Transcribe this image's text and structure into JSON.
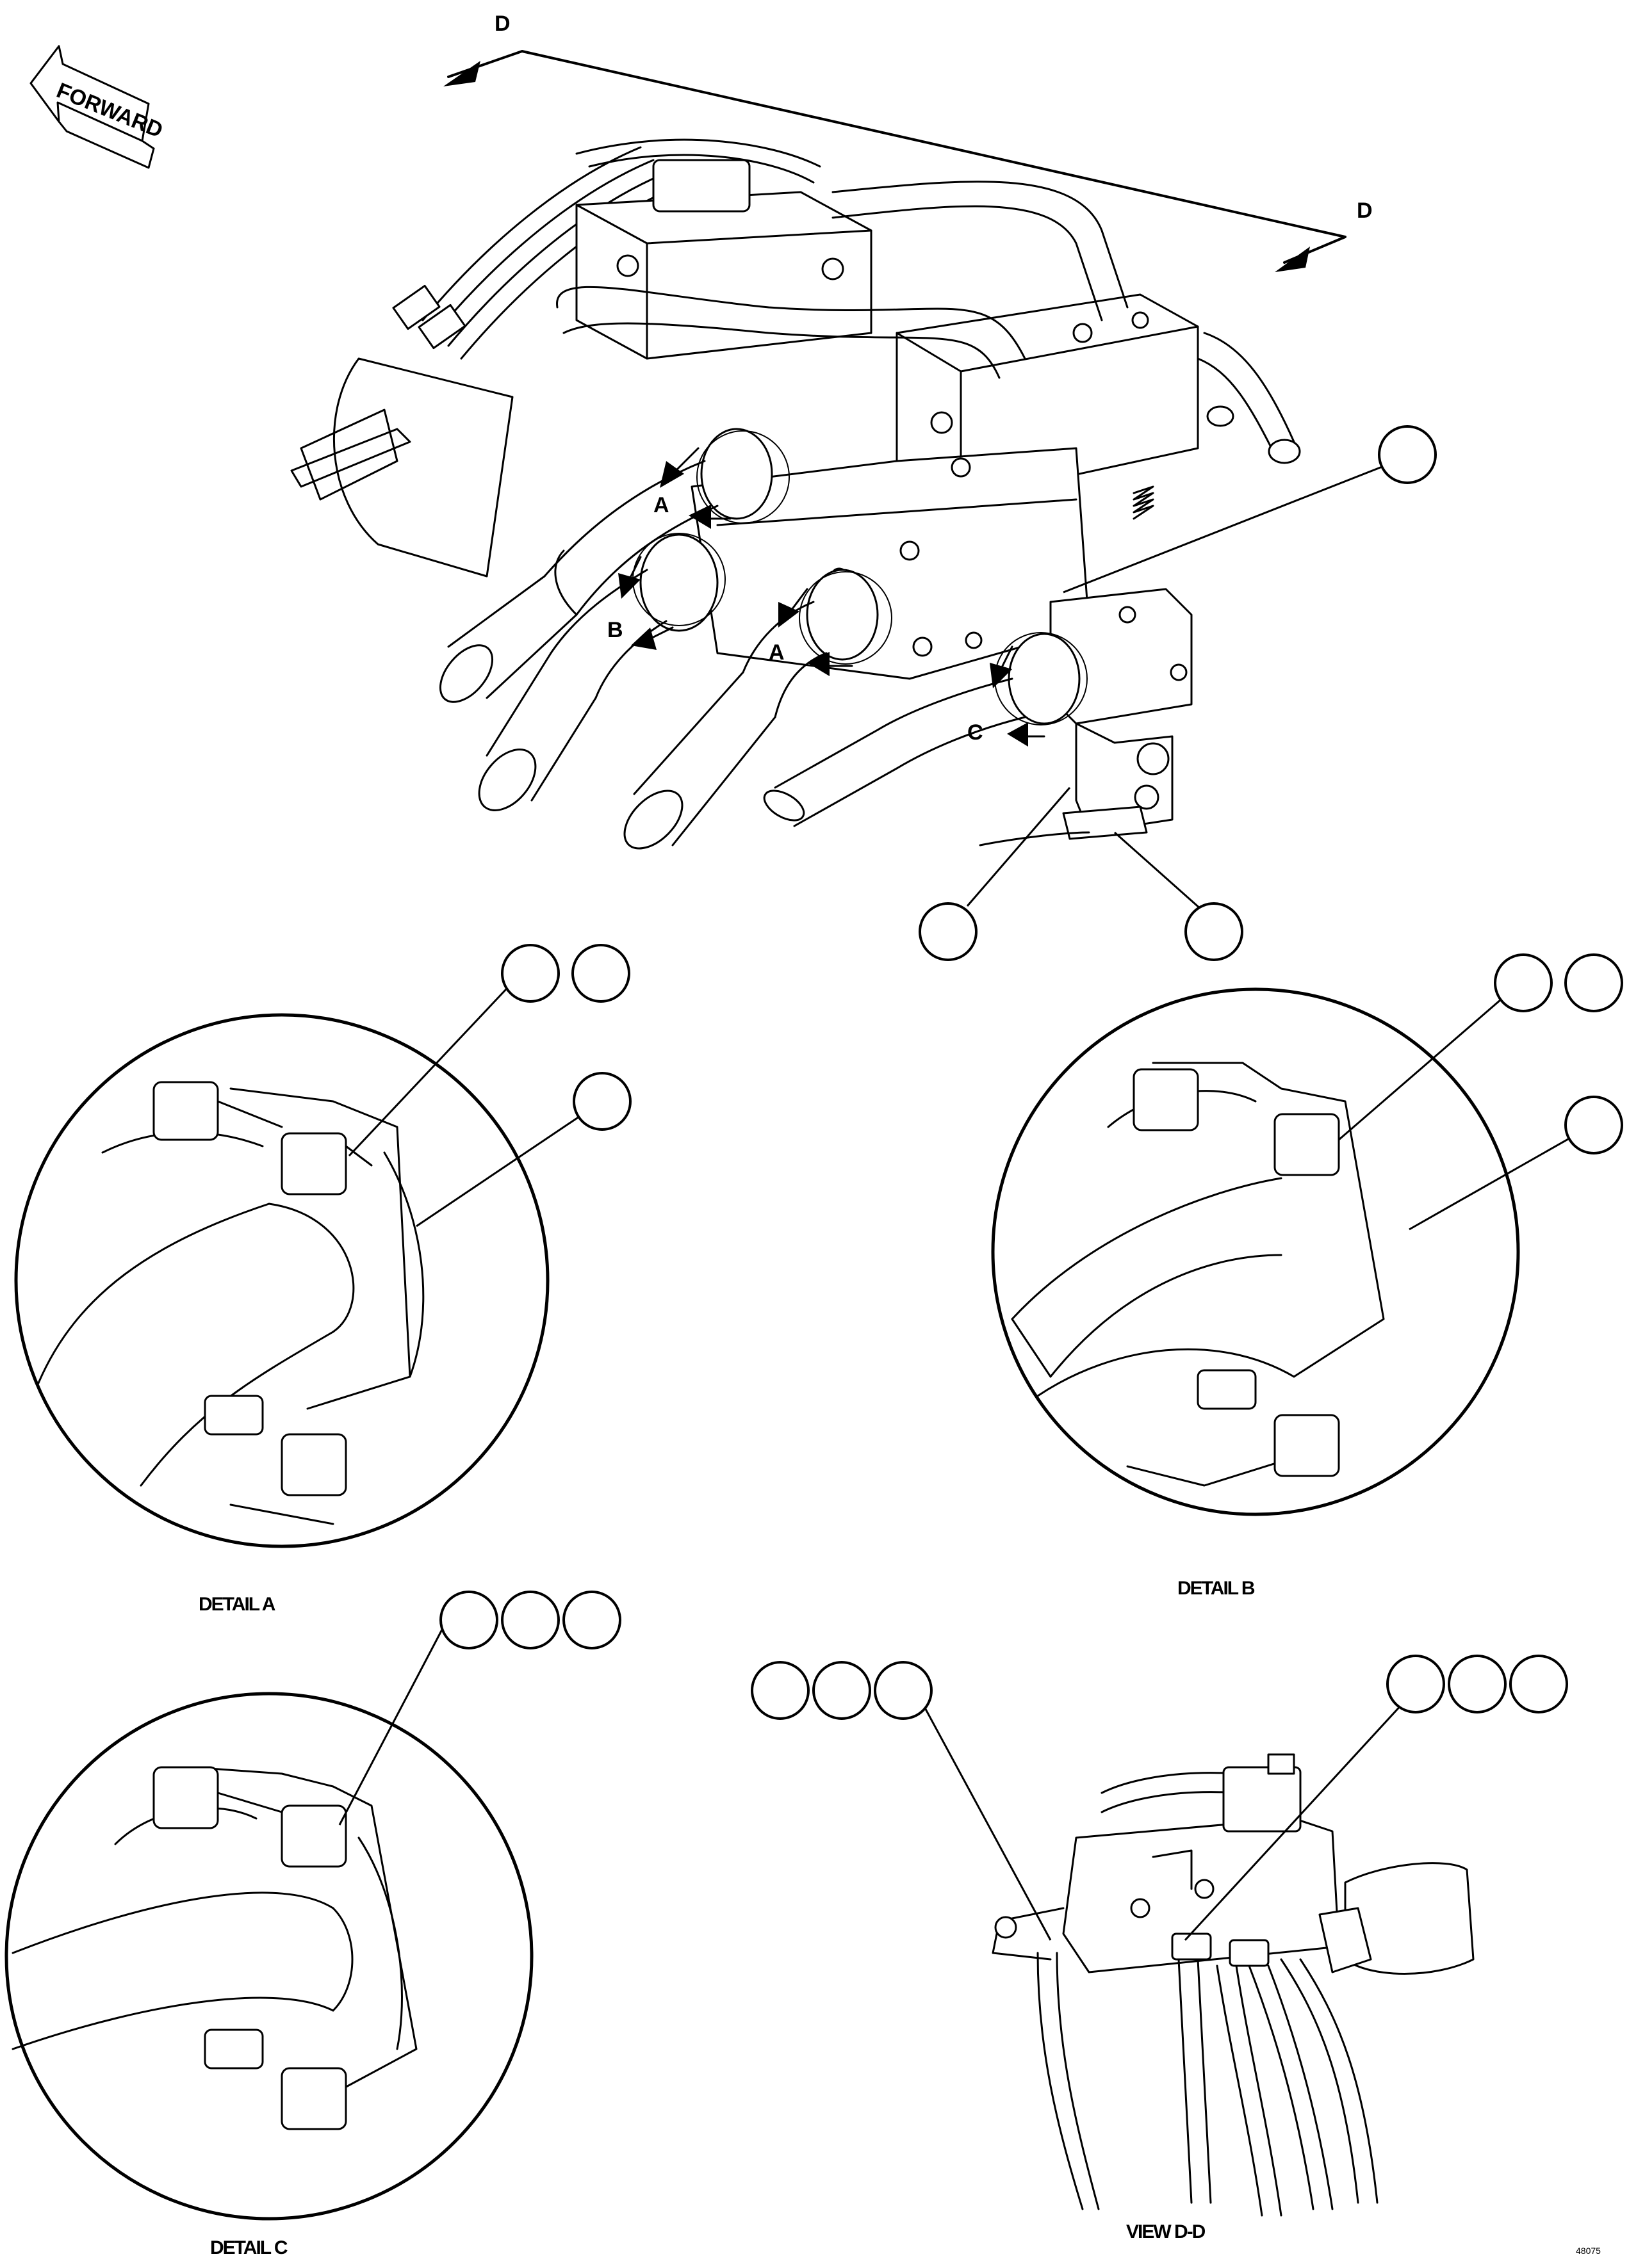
{
  "forward_arrow_label": "FORWARD",
  "view_marker_label": "D",
  "detail_callouts": {
    "a": "A",
    "b": "B",
    "c": "C"
  },
  "captions": {
    "detail_a": "DETAIL A",
    "detail_b": "DETAIL B",
    "detail_c": "DETAIL C",
    "view_dd": "VIEW D-D"
  },
  "figure_number": "48075"
}
